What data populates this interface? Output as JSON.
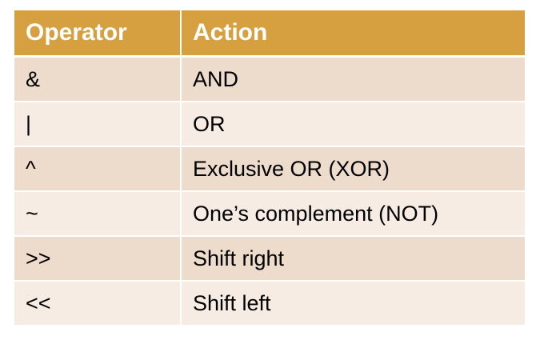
{
  "table": {
    "headers": [
      "Operator",
      "Action"
    ],
    "rows": [
      [
        "&",
        "AND"
      ],
      [
        "|",
        "OR"
      ],
      [
        "^",
        "Exclusive OR (XOR)"
      ],
      [
        "~",
        "One’s complement (NOT)"
      ],
      [
        ">>",
        "Shift right"
      ],
      [
        "<<",
        "Shift left"
      ]
    ]
  },
  "colors": {
    "header_bg": "#d69f3f",
    "row_odd_bg": "#eddbcb",
    "row_even_bg": "#f6ece4",
    "header_text": "#ffffff"
  }
}
